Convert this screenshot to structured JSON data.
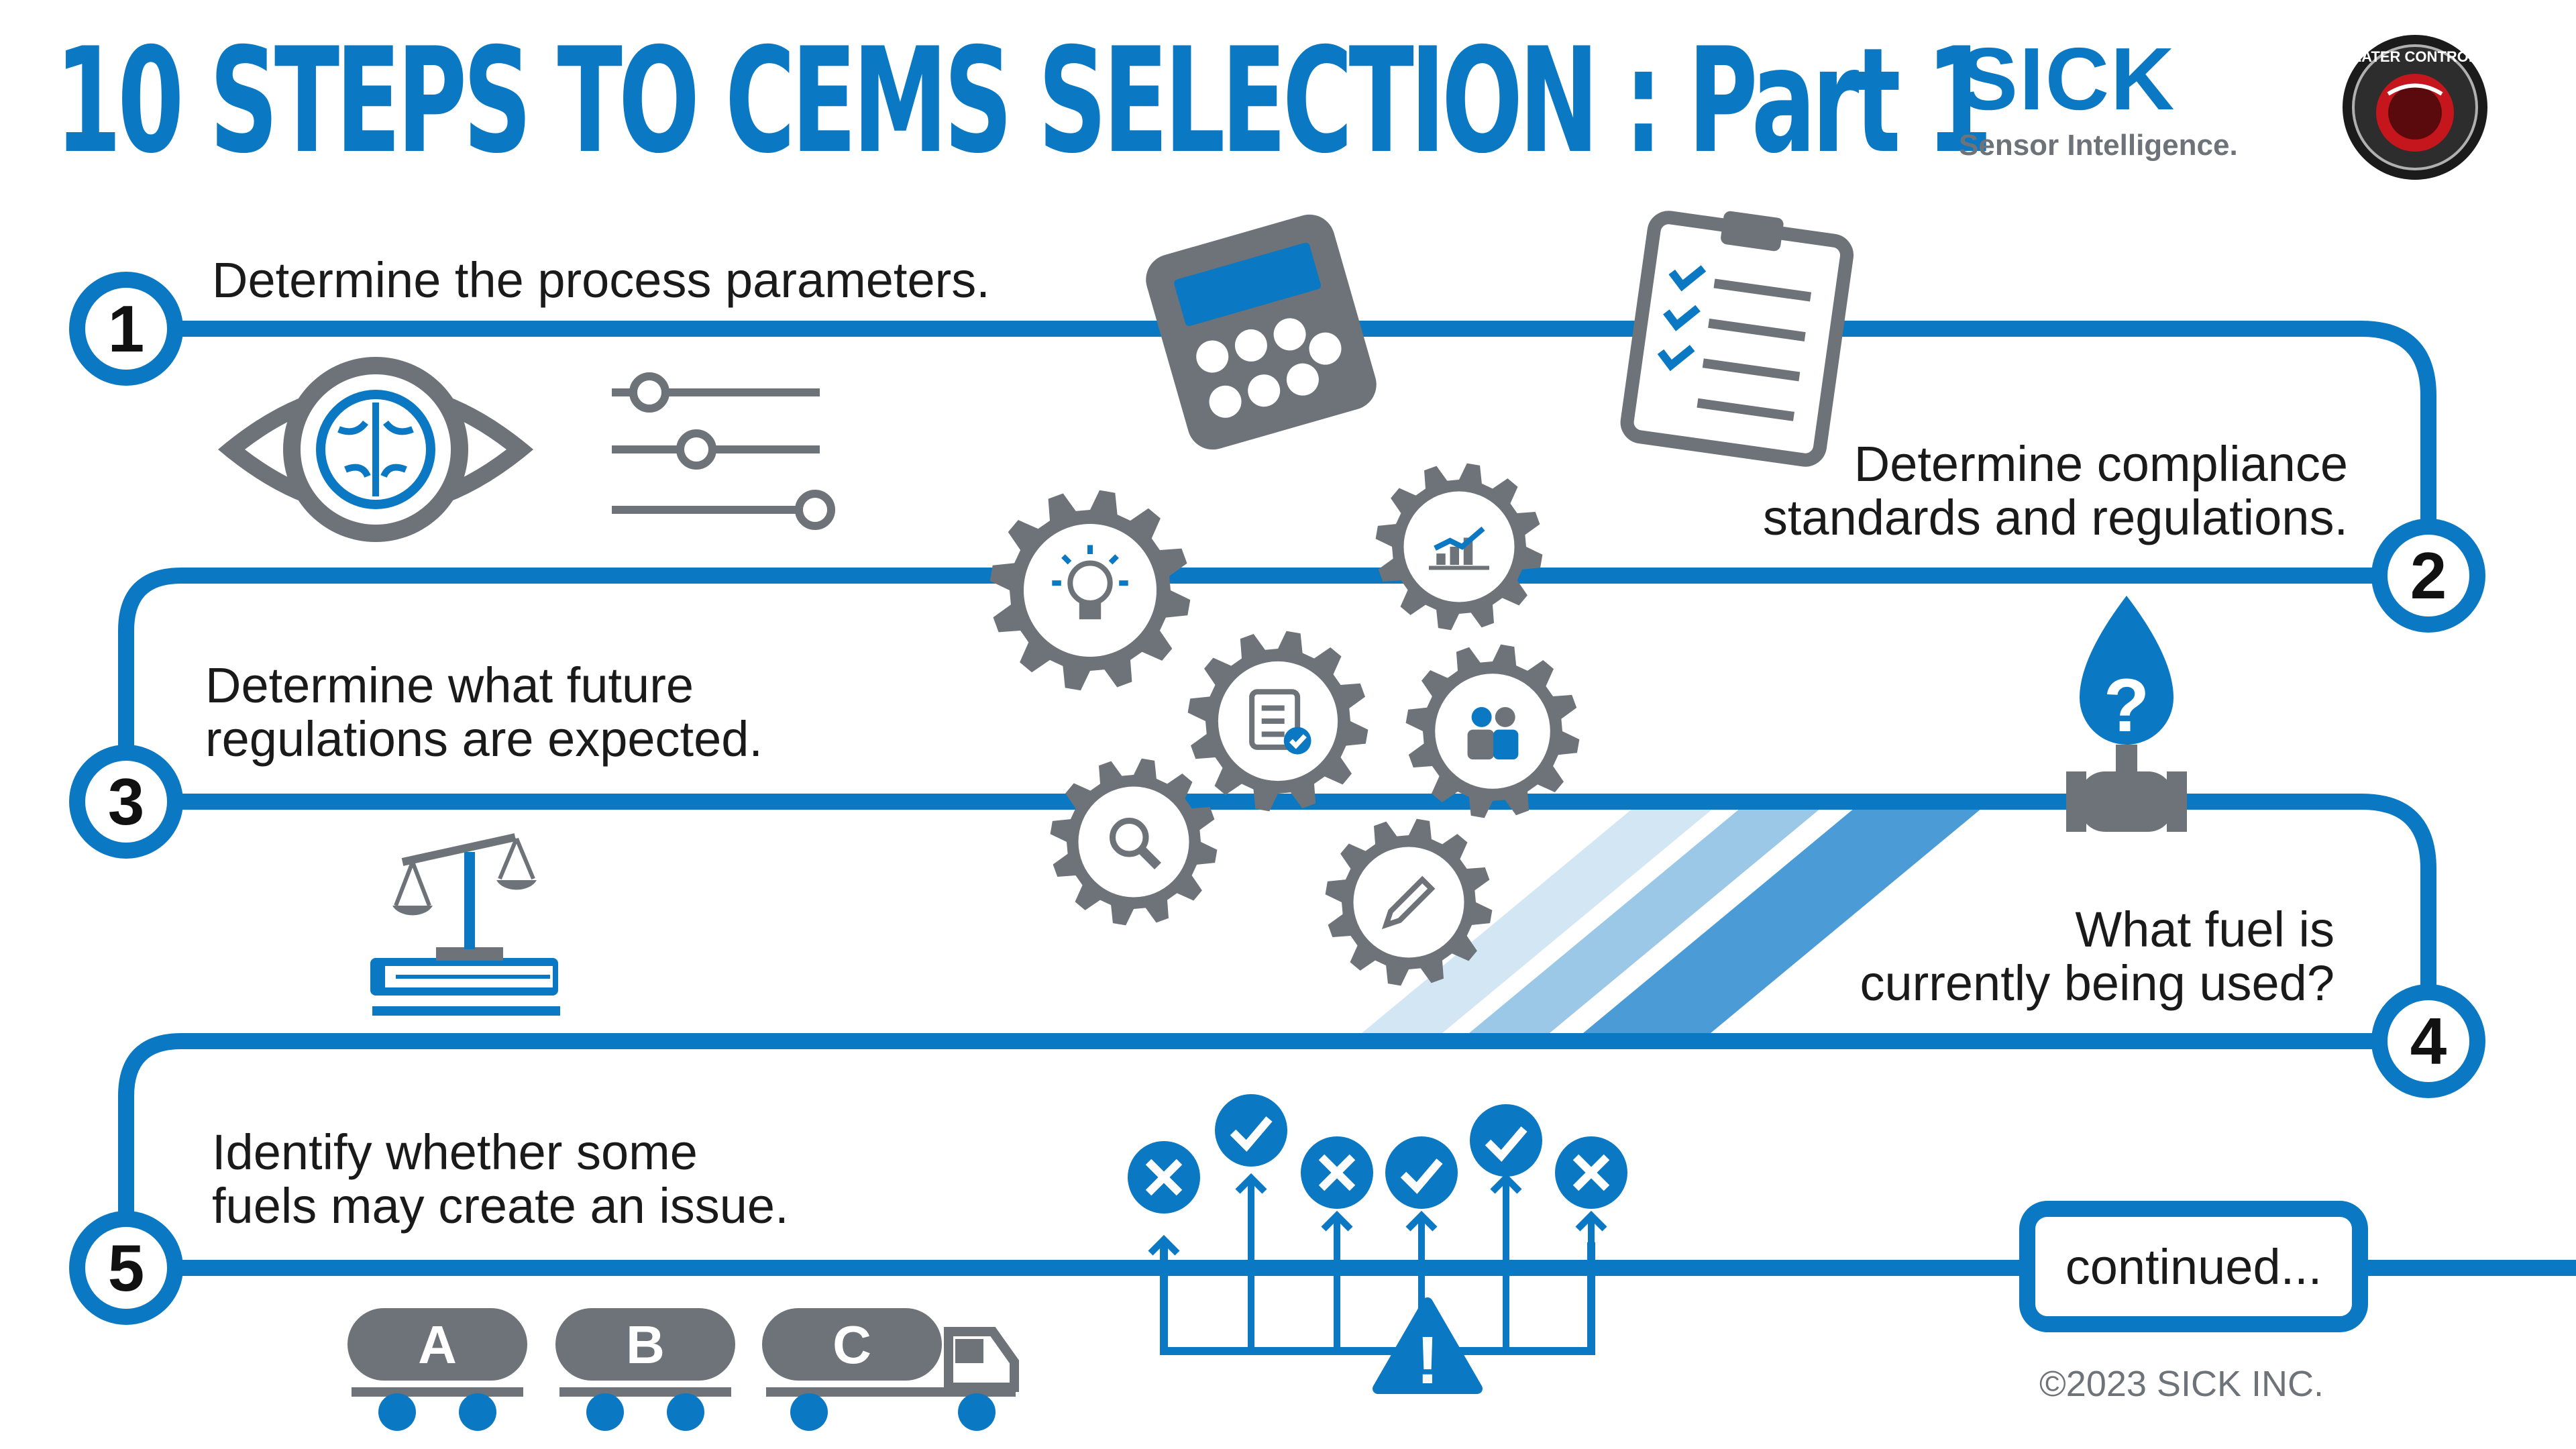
{
  "title": "10 STEPS TO CEMS SELECTION : Part 1",
  "brand": {
    "name": "SICK",
    "tagline": "Sensor Intelligence."
  },
  "partner_logo": {
    "text": "SLATER CONTROLS",
    "icon": "slater-controls-badge-icon"
  },
  "steps": [
    {
      "number": "1",
      "lines": [
        "Determine the process parameters."
      ],
      "icons": [
        "eye-brain-icon",
        "sliders-icon",
        "calculator-icon"
      ]
    },
    {
      "number": "2",
      "lines": [
        "Determine compliance",
        "standards and regulations."
      ],
      "icons": [
        "clipboard-checklist-icon"
      ]
    },
    {
      "number": "3",
      "lines": [
        "Determine what future",
        "regulations are expected."
      ],
      "icons": [
        "scales-on-book-icon"
      ]
    },
    {
      "number": "4",
      "lines": [
        "What fuel is",
        "currently being used?"
      ],
      "icons": [
        "fuel-drop-question-icon"
      ]
    },
    {
      "number": "5",
      "lines": [
        "Identify whether some",
        "fuels may create an issue."
      ],
      "icons": [
        "check-cross-options-icon",
        "warning-icon"
      ]
    }
  ],
  "gear_icons": [
    "lightbulb-icon",
    "growth-chart-icon",
    "document-check-icon",
    "team-icon",
    "magnifier-icon",
    "pencil-icon"
  ],
  "tankers": [
    "A",
    "B",
    "C"
  ],
  "continued_label": "continued...",
  "copyright": "©2023 SICK INC.",
  "colors": {
    "blue": "#0a78c2",
    "gray": "#6d7378",
    "text": "#1a1a1a"
  }
}
